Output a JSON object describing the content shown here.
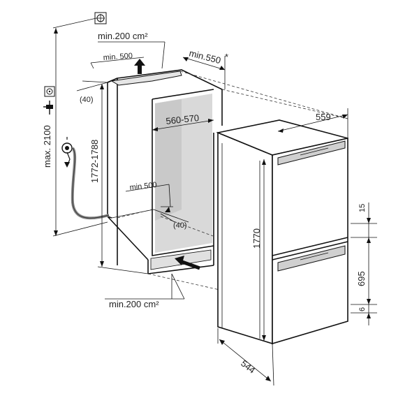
{
  "labels": {
    "vent_top": "min.200 cm²",
    "width_top": "min. 500",
    "depth_top": "min.550",
    "asterisk": "*",
    "offset_top": "(40)",
    "max_height": "max. 2100",
    "niche_height": "1772-1788",
    "niche_width": "560-570",
    "width_bottom": "min 500",
    "offset_bottom": "(40)",
    "vent_bottom": "min.200 cm²",
    "appliance_width": "559",
    "appliance_height": "1770",
    "appliance_depth": "544",
    "gap_top": "15",
    "lower_door": "695",
    "gap_bottom": "6"
  },
  "icons": [
    "socket-icon",
    "plug-icon",
    "water-tap-icon",
    "top-vent-icon"
  ]
}
